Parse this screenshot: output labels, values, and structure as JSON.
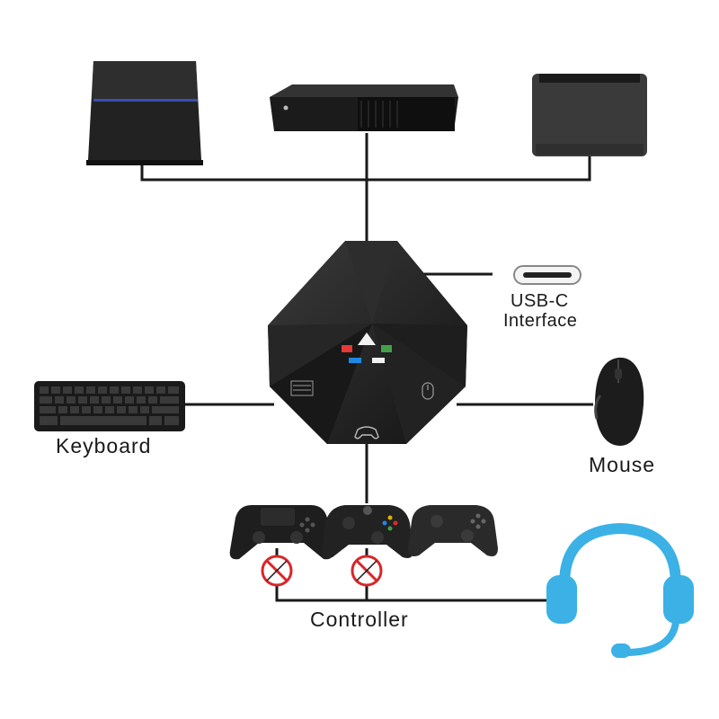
{
  "labels": {
    "usb_line1": "USB-C",
    "usb_line2": "Interface",
    "keyboard": "Keyboard",
    "mouse": "Mouse",
    "controller": "Controller"
  },
  "colors": {
    "line": "#1a1a1a",
    "device_dark": "#202020",
    "headset": "#3bb1e6",
    "no_symbol": "#d9262a",
    "logo_red": "#e53935",
    "logo_green": "#43a047",
    "logo_blue": "#1e88e5",
    "logo_white": "#f2f2f2"
  },
  "icons": {
    "consoles": [
      "playstation-4-console-icon",
      "xbox-one-console-icon",
      "switch-dock-console-icon"
    ],
    "adapter": "converter-hub-icon",
    "peripherals": [
      "keyboard-icon",
      "mouse-icon",
      "headset-icon"
    ],
    "controllers": [
      "ps4-controller-icon",
      "xbox-controller-icon",
      "switch-pro-controller-icon"
    ],
    "warnings": [
      "no-symbol-icon",
      "no-symbol-icon"
    ]
  }
}
